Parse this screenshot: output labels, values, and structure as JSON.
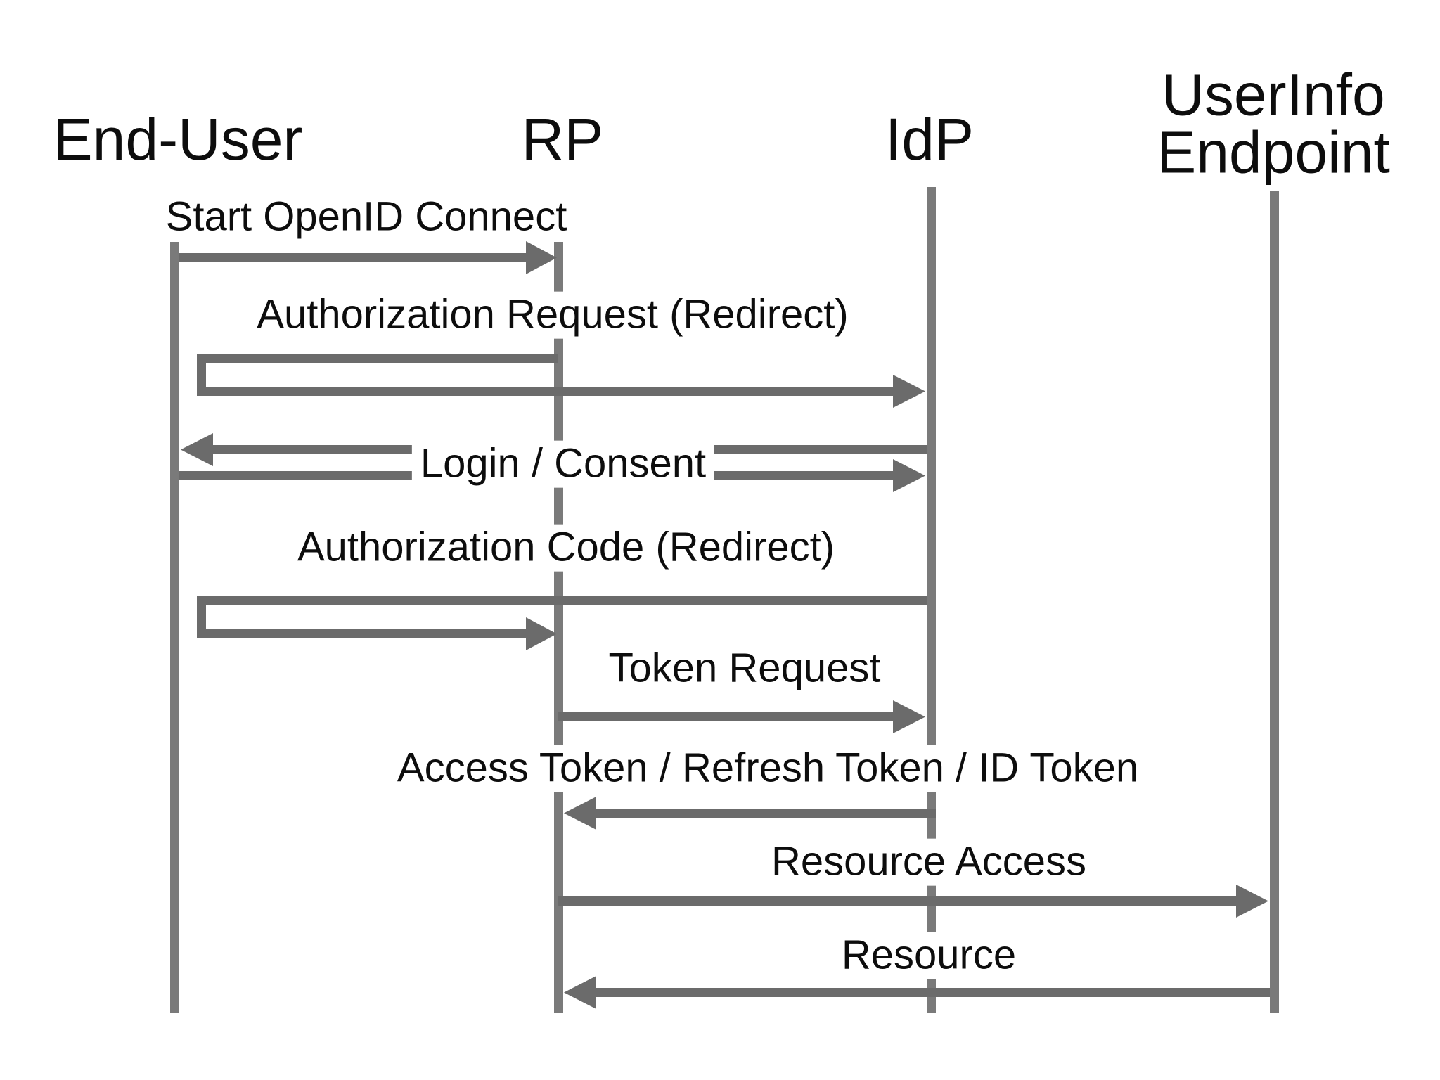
{
  "page": {
    "background": "#ffffff"
  },
  "diagram": {
    "type": "sequence",
    "actors": [
      {
        "id": "end-user",
        "name": "End-User"
      },
      {
        "id": "rp",
        "name": "RP"
      },
      {
        "id": "idp",
        "name": "IdP"
      },
      {
        "id": "userinfo-endpoint",
        "name": "UserInfo Endpoint",
        "line1": "UserInfo",
        "line2": "Endpoint"
      }
    ],
    "messages": [
      {
        "label": "Start OpenID Connect",
        "from": "End-User",
        "to": "RP",
        "style": "solid-arrow-right"
      },
      {
        "label": "Authorization Request (Redirect)",
        "from": "RP",
        "to": "IdP",
        "via": "End-User",
        "style": "redirect-channel"
      },
      {
        "label": "Login / Consent",
        "from": "End-User",
        "to": "IdP",
        "style": "bidirectional-arrows"
      },
      {
        "label": "Authorization Code (Redirect)",
        "from": "IdP",
        "to": "RP",
        "via": "End-User",
        "style": "redirect-channel"
      },
      {
        "label": "Token Request",
        "from": "RP",
        "to": "IdP",
        "style": "solid-arrow-right"
      },
      {
        "label": "Access Token / Refresh Token / ID Token",
        "from": "IdP",
        "to": "RP",
        "style": "solid-arrow-left"
      },
      {
        "label": "Resource Access",
        "from": "RP",
        "to": "UserInfo Endpoint",
        "style": "solid-arrow-right"
      },
      {
        "label": "Resource",
        "from": "UserInfo Endpoint",
        "to": "RP",
        "style": "solid-arrow-left"
      }
    ],
    "colors": {
      "lifeline": "#7a7a7a",
      "arrow": "#6b6b6b",
      "label_text": "#0d0d0d",
      "background": "#ffffff"
    }
  }
}
